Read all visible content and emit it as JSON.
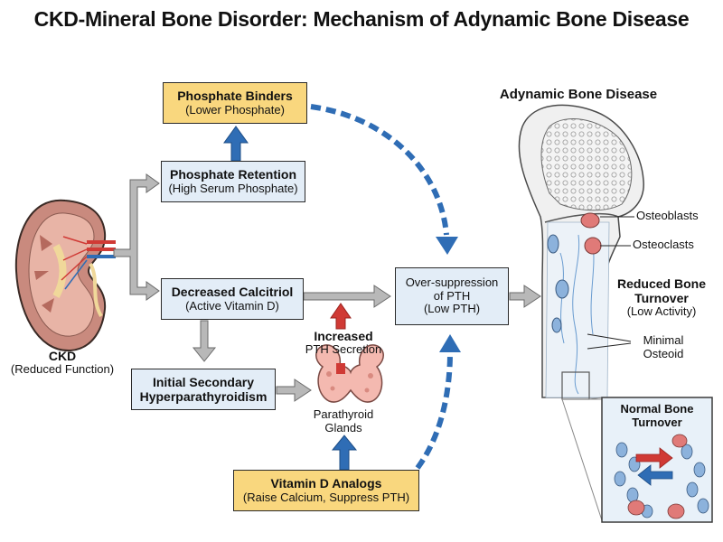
{
  "title": "CKD-Mineral Bone Disorder: Mechanism of Adynamic Bone Disease",
  "kidney": {
    "label": "CKD",
    "sublabel": "(Reduced Function)"
  },
  "boxes": {
    "phosphate_binders": {
      "title": "Phosphate Binders",
      "subtitle": "(Lower Phosphate)"
    },
    "phosphate_retention": {
      "title": "Phosphate Retention",
      "subtitle": "(High Serum Phosphate)"
    },
    "decreased_calcitriol": {
      "title": "Decreased Calcitriol",
      "subtitle": "(Active Vitamin D)"
    },
    "initial_secondary": {
      "title_line1": "Initial Secondary",
      "title_line2": "Hyperparathyroidism"
    },
    "over_suppression": {
      "line1": "Over-suppression",
      "line2": "of PTH",
      "line3": "(Low PTH)"
    },
    "vitamin_d_analogs": {
      "title": "Vitamin D Analogs",
      "subtitle": "(Raise Calcium, Suppress PTH)"
    }
  },
  "parathyroid": {
    "increased": "Increased",
    "pth_secretion": "PTH Secretion",
    "glands_line1": "Parathyroid",
    "glands_line2": "Glands"
  },
  "bone": {
    "heading": "Adynamic Bone Disease",
    "osteoblasts": "Osteoblasts",
    "osteoclasts": "Osteoclasts",
    "reduced_line1": "Reduced Bone",
    "reduced_line2": "Turnover",
    "reduced_sub": "(Low Activity)",
    "minimal_line1": "Minimal",
    "minimal_line2": "Osteoid",
    "normal_line1": "Normal Bone",
    "normal_line2": "Turnover"
  },
  "colors": {
    "box_blue": "#e3edf7",
    "box_yellow": "#f9d77e",
    "arrow_blue": "#2f6db5",
    "arrow_red": "#d03a35",
    "arrow_gray": "#b8b8b8"
  }
}
